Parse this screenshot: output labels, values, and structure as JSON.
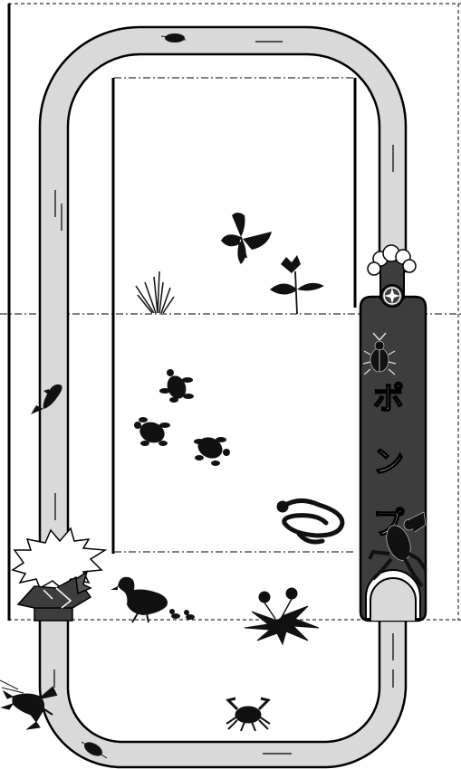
{
  "pump": {
    "label": "ポンプ",
    "chars": [
      "ポ",
      "ン",
      "プ"
    ]
  },
  "colors": {
    "pipe_fill": "#d9d9d9",
    "outline": "#000000",
    "pump_body": "#3d3d3d",
    "pump_text_fill": "#ffffff",
    "pump_text_stroke": "#000000",
    "silhouette": "#111111",
    "background": "#ffffff"
  },
  "icons": [
    "leaf-icon",
    "butterfly-icon",
    "flower-icon",
    "grass-icon",
    "turtle-icon",
    "fish-icon",
    "snake-icon",
    "frog-icon",
    "beetle-icon",
    "duck-icon",
    "dandelion-icon",
    "crayfish-icon",
    "crab-icon",
    "water-splash-icon",
    "broken-box-icon",
    "foam-icon"
  ]
}
